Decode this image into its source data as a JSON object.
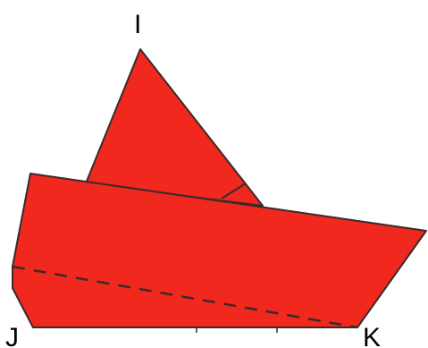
{
  "figure": {
    "colors": {
      "fill": "#f0281e",
      "stroke": "#3a2a2a",
      "dashed_line": "#3a2a2a",
      "label": "#000000"
    },
    "labels": {
      "top": "I",
      "bottom_left": "J",
      "bottom_right": "K"
    }
  }
}
